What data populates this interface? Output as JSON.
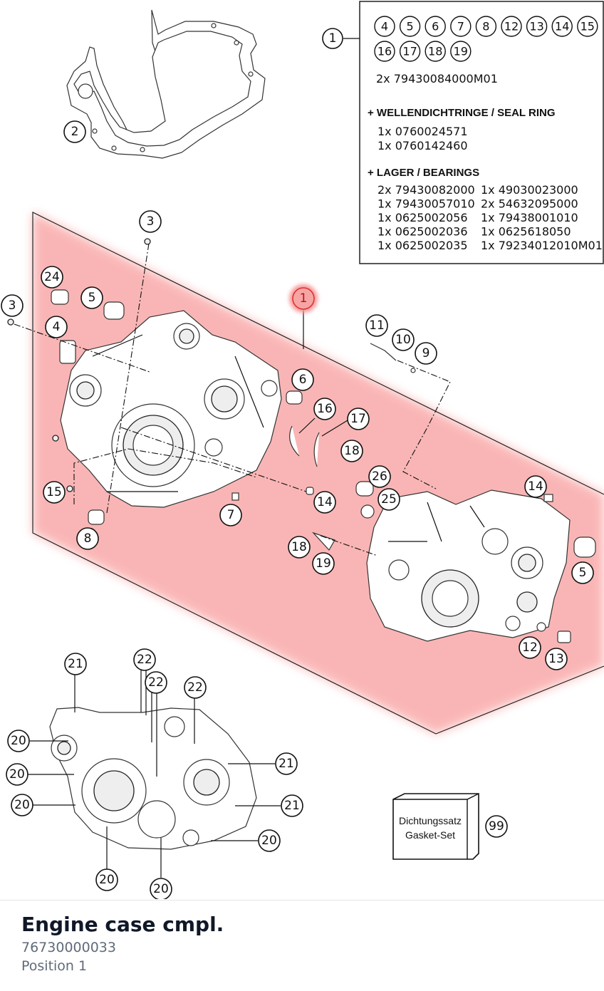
{
  "legend": {
    "callout": "1",
    "parts_included": [
      "4",
      "5",
      "6",
      "7",
      "8",
      "12",
      "13",
      "14",
      "15",
      "16",
      "17",
      "18",
      "19"
    ],
    "base_line": "2x 79430084000M01",
    "seal_heading": "+ WELLENDICHTRINGE /  SEAL RING",
    "seal_lines": [
      "1x 0760024571",
      "1x 0760142460"
    ],
    "bearing_heading": "+ LAGER / BEARINGS",
    "bearings_col1": [
      "2x 79430082000",
      "1x 79430057010",
      "1x 0625002056",
      "1x 0625002036",
      "1x 0625002035"
    ],
    "bearings_col2": [
      "1x 49030023000",
      "2x 54632095000",
      "1x 79438001010",
      "1x 0625618050",
      "1x 79234012010M01"
    ]
  },
  "callouts": {
    "gasket": "2",
    "screw_top": "3",
    "screw_left": "3",
    "plug24": "24",
    "bush5_left": "5",
    "bush4": "4",
    "selected": "1",
    "item11": "11",
    "item10": "10",
    "item9": "9",
    "item6": "6",
    "item16": "16",
    "item17": "17",
    "item18a": "18",
    "item26": "26",
    "item25": "25",
    "item15": "15",
    "item7": "7",
    "item14a": "14",
    "item8": "8",
    "item14b": "14",
    "item18b": "18",
    "item19": "19",
    "bush5_right": "5",
    "item12": "12",
    "item13": "13",
    "b21_top": "21",
    "b22_a": "22",
    "b22_b": "22",
    "b22_c": "22",
    "b20_a": "20",
    "b20_b": "20",
    "b20_c": "20",
    "b21_r1": "21",
    "b21_r2": "21",
    "b20_r": "20",
    "b20_bl": "20",
    "b20_bm": "20",
    "gasket_set": "99"
  },
  "gasket_set_box": {
    "line1": "Dichtungssatz",
    "line2": "Gasket-Set"
  },
  "highlight_color": "#f9a9a9",
  "footer": {
    "title": "Engine case cmpl.",
    "part_number": "76730000033",
    "position": "Position 1"
  }
}
